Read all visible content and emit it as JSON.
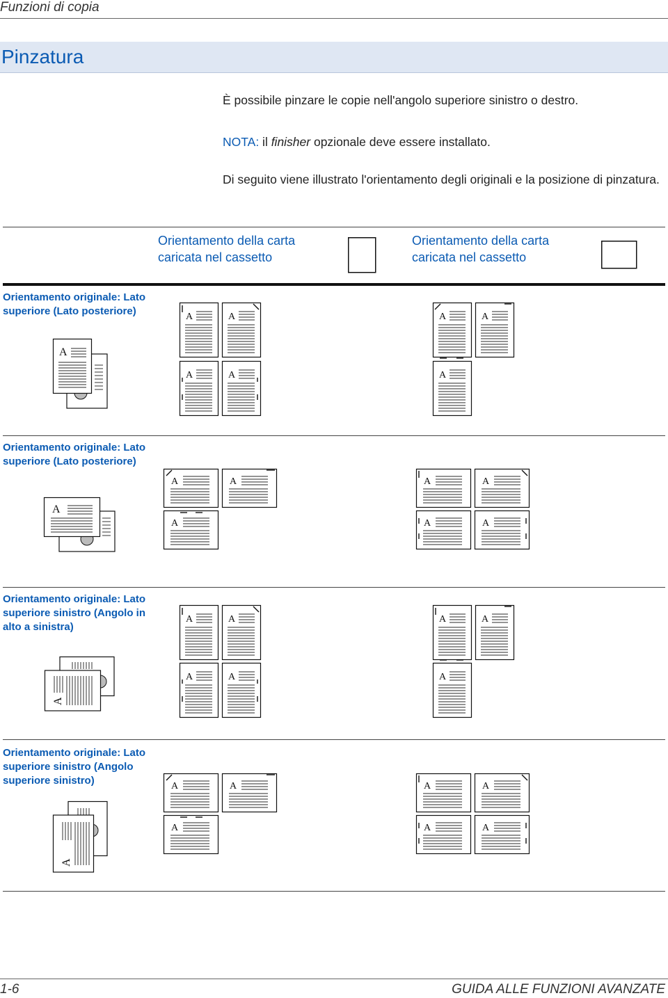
{
  "header": {
    "section": "Funzioni di copia"
  },
  "title": "Pinzatura",
  "intro": "È possibile pinzare le copie nell'angolo superiore sinistro o destro.",
  "note": {
    "label": "NOTA:",
    "prefix": " il ",
    "emph": "finisher",
    "suffix": " opzionale deve essere installato."
  },
  "illustrated": "Di seguito viene illustrato l'orientamento degli originali e la posizione di pinzatura.",
  "table": {
    "columns": [
      {
        "line1": "Orientamento della carta",
        "line2": "caricata nel cassetto",
        "paper_icon": "portrait-paper-icon"
      },
      {
        "line1": "Orientamento della carta",
        "line2": "caricata nel cassetto",
        "paper_icon": "landscape-paper-icon"
      }
    ],
    "rows": [
      {
        "lines": [
          "Orientamento originale: Lato",
          "superiore (Lato posteriore)"
        ]
      },
      {
        "lines": [
          "Orientamento originale: Lato",
          "superiore (Lato posteriore)"
        ]
      },
      {
        "lines": [
          "Orientamento originale: Lato",
          "superiore sinistro (Angolo in",
          "alto a sinistra)"
        ]
      },
      {
        "lines": [
          "Orientamento originale: Lato",
          "superiore sinistro (Angolo",
          "superiore  sinistro)"
        ]
      }
    ],
    "page_letter": "A"
  },
  "footer": {
    "page": "1-6",
    "guide": "GUIDA ALLE FUNZIONI AVANZATE"
  }
}
